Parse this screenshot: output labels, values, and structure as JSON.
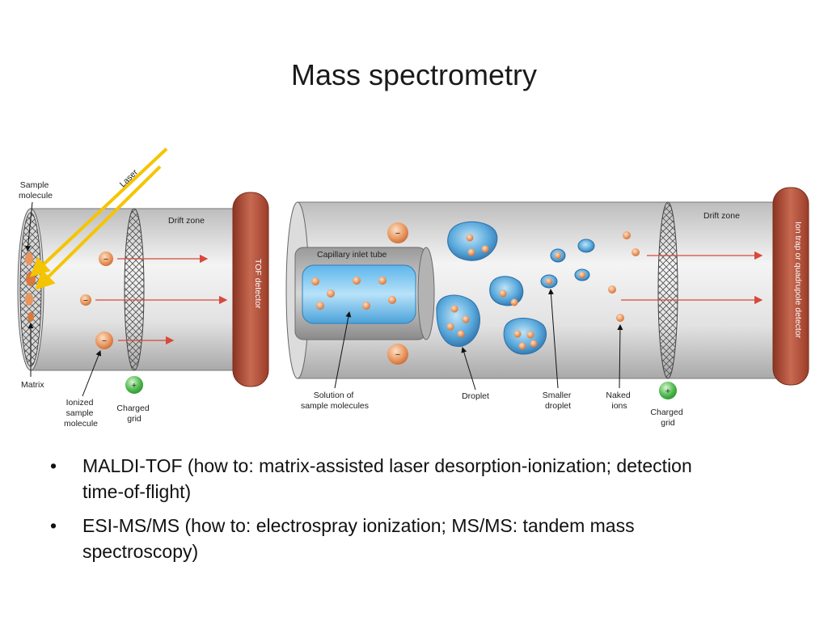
{
  "title": "Mass spectrometry",
  "diagram": {
    "maldi": {
      "laser": "Laser",
      "sample_molecule": [
        "Sample",
        "molecule"
      ],
      "drift_zone": "Drift zone",
      "detector": "TOF detector",
      "matrix": "Matrix",
      "ionized": [
        "Ionized",
        "sample",
        "molecule"
      ],
      "charged_grid": [
        "Charged",
        "grid"
      ],
      "grid_sign": "+",
      "ion_sign": "−"
    },
    "esi": {
      "capillary": "Capillary inlet tube",
      "drift_zone": "Drift zone",
      "detector": "Ion trap or quadrupole detector",
      "solution": [
        "Solution of",
        "sample molecules"
      ],
      "droplet": "Droplet",
      "smaller_droplet": [
        "Smaller",
        "droplet"
      ],
      "naked_ions": [
        "Naked",
        "ions"
      ],
      "charged_grid": [
        "Charged",
        "grid"
      ],
      "grid_sign": "+",
      "ion_sign": "−"
    },
    "colors": {
      "tube": "#e6e6e6",
      "detector": "#b5533c",
      "laser": "#f5c400",
      "ion": "#e8965e",
      "droplet": "#4a98d0",
      "grid_plus": "#3daa3d",
      "arrow": "#d9483b"
    }
  },
  "bullets": [
    {
      "marker": "•",
      "line1": "MALDI-TOF (how to: matrix-assisted laser desorption-ionization; detection",
      "line2": "time-of-flight)"
    },
    {
      "marker": "•",
      "line1": "ESI-MS/MS (how to: electrospray ionization; MS/MS: tandem mass",
      "line2": "spectroscopy)"
    }
  ]
}
